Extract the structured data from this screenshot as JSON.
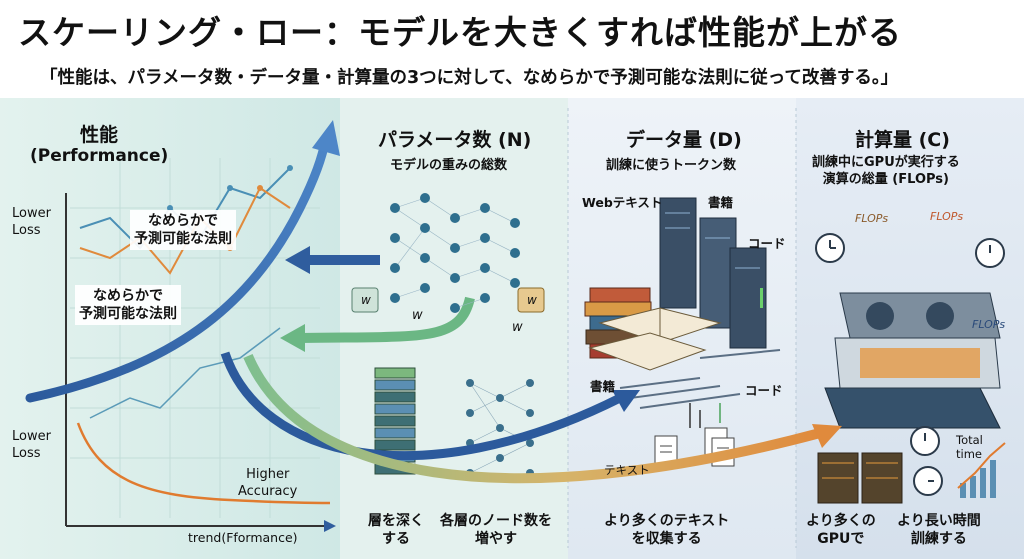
{
  "header": {
    "title": "スケーリング・ロー：モデルを大きくすれば性能が上がる",
    "subtitle": "「性能は、パラメータ数・データ量・計算量の3つに対して、なめらかで予測可能な法則に従って改善する。」"
  },
  "performance_panel": {
    "title": "性能",
    "title_en": "(Performance)",
    "y_top": "Lower\nLoss",
    "y_bottom": "Lower\nLoss",
    "callout_1": "なめらかで\n予測可能な法則",
    "callout_2": "なめらかで\n予測可能な法則",
    "higher_accuracy": "Higher\nAccuracy",
    "x_axis": "trend(Fformance)"
  },
  "params_panel": {
    "title": "パラメータ数 (N)",
    "desc": "モデルの重みの総数",
    "weight_symbol": "w",
    "deeper": "層を深く\nする",
    "wider": "各層のノード数を\n増やす"
  },
  "data_panel": {
    "title": "データ量 (D)",
    "desc": "訓練に使うトークン数",
    "web_text": "Webテキスト",
    "books_top": "書籍",
    "code_top": "コード",
    "books_bottom": "書籍",
    "code_bottom": "コード",
    "text": "テキスト",
    "caption": "より多くのテキスト\nを収集する"
  },
  "compute_panel": {
    "title": "計算量 (C)",
    "desc": "訓練中にGPUが実行する\n演算の総量 (FLOPs)",
    "flops": "FLOPs",
    "total_time": "Total\ntime",
    "more_gpus": "より多くの\nGPUで",
    "longer": "より長い時間\n訓練する"
  },
  "colors": {
    "blue_arrow": "#2f5d9e",
    "green_arrow": "#6bb784",
    "orange_arrow": "#e08a3c",
    "teal_panel": "#d5ece9",
    "data_panel": "#e5eef6",
    "compute_panel": "#dde7f1"
  }
}
